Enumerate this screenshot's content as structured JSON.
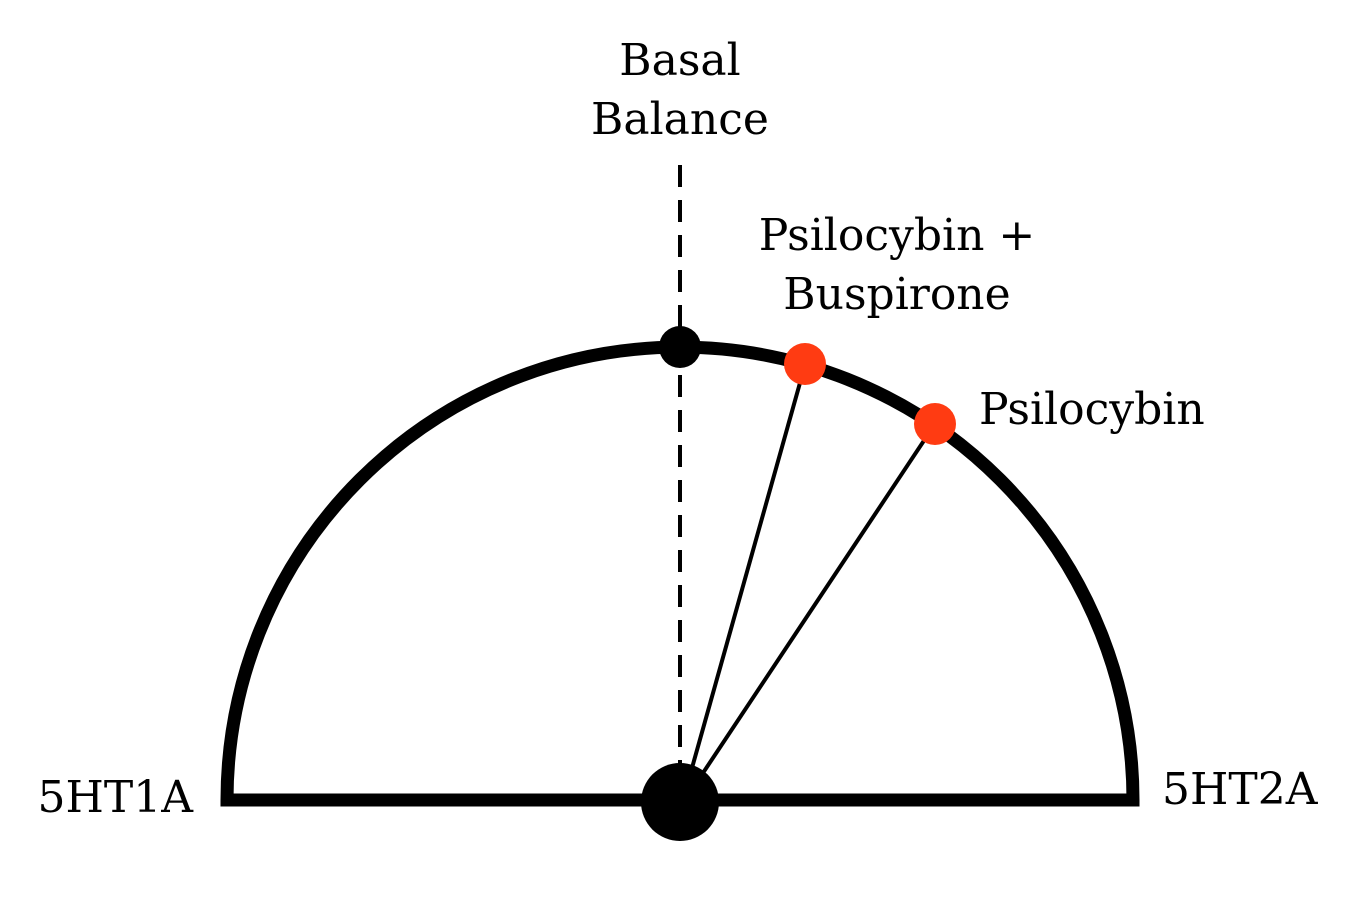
{
  "labels": {
    "basal_line1": "Basal",
    "basal_line2": "Balance",
    "combo_line1": "Psilocybin +",
    "combo_line2": "Buspirone",
    "psilocybin": "Psilocybin",
    "left_axis": "5HT1A",
    "right_axis": "5HT2A"
  },
  "colors": {
    "outline": "#000000",
    "marker_basal": "#000000",
    "marker_drug": "#ff3b12"
  }
}
